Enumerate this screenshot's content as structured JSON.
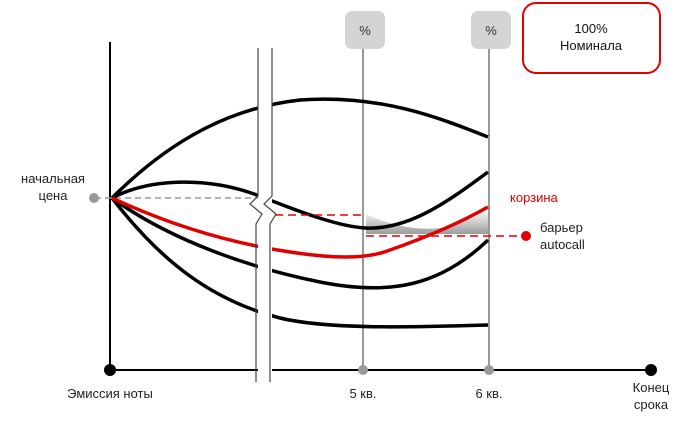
{
  "labels": {
    "initial_price": [
      "начальная",
      "цена"
    ],
    "basket": "корзина",
    "barrier": [
      "барьер",
      "autocall"
    ],
    "nominal_box": [
      "100%",
      "Номинала"
    ],
    "badge_left": "%",
    "badge_right": "%",
    "x_issue": "Эмиссия ноты",
    "x_q5": "5 кв.",
    "x_q6": "6 кв.",
    "x_end": [
      "Конец",
      "срока"
    ]
  },
  "colors": {
    "accent": "#e00000",
    "line": "#000000",
    "guide": "#999999",
    "badge_fill": "#d4d4d4"
  }
}
